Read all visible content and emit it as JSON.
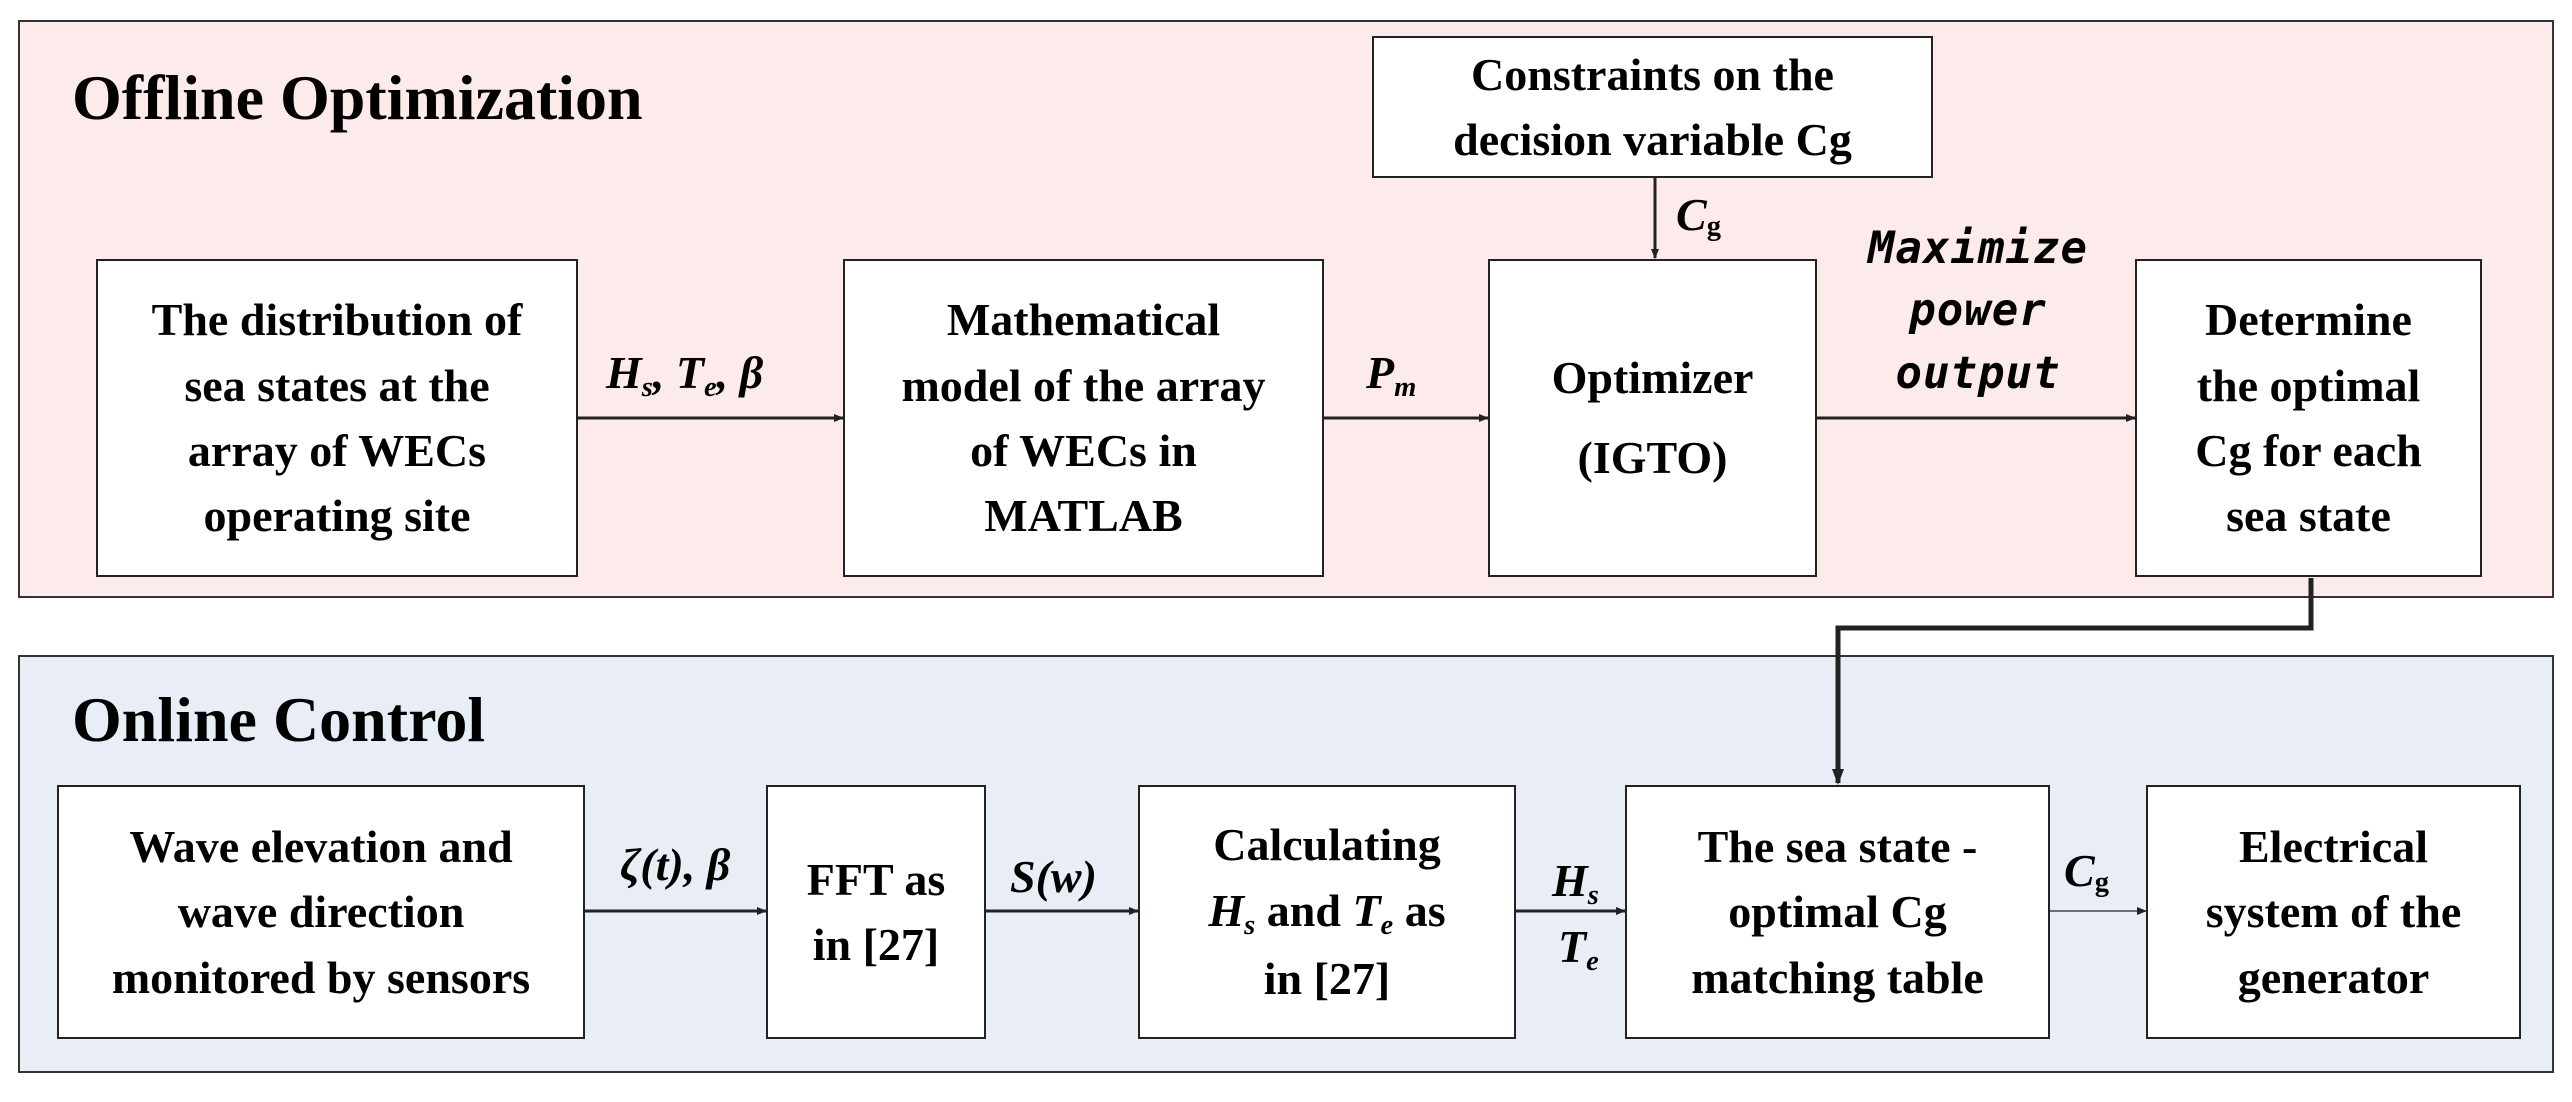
{
  "panels": {
    "offline_title": "Offline Optimization",
    "online_title": "Online Control"
  },
  "offline": {
    "box_distribution": [
      "The distribution of",
      "sea states at the",
      "array of WECs",
      "operating site"
    ],
    "box_model": [
      "Mathematical",
      "model of the array",
      "of WECs in",
      "MATLAB"
    ],
    "box_constraints": [
      "Constraints on the",
      "decision variable Cg"
    ],
    "box_optimizer": [
      "Optimizer",
      "(IGTO)"
    ],
    "box_determine": [
      "Determine",
      "the optimal",
      "Cg for each",
      "sea state"
    ],
    "label_hs": "H",
    "label_hs_sub": "s",
    "label_te": "T",
    "label_te_sub": "e",
    "label_beta": "β",
    "label_comma": ", ",
    "label_pm": "P",
    "label_pm_sub": "m",
    "label_cg": "C",
    "label_cg_sub": "g",
    "label_maximize": [
      "Maximize",
      "power",
      "output"
    ]
  },
  "online": {
    "box_sensors": [
      "Wave elevation and",
      "wave direction",
      "monitored by sensors"
    ],
    "box_fft": [
      "FFT as",
      "in [27]"
    ],
    "box_calc_line1": "Calculating",
    "box_calc_h": "H",
    "box_calc_h_sub": "s",
    "box_calc_and": " and ",
    "box_calc_t": "T",
    "box_calc_t_sub": "e",
    "box_calc_as": " as",
    "box_calc_line3": "in [27]",
    "box_table": [
      "The sea state -",
      "optimal Cg",
      "matching table"
    ],
    "box_electrical": [
      "Electrical",
      "system of the",
      "generator"
    ],
    "label_zeta": "ζ(t), β",
    "label_sw": "S(w)",
    "label_hs": "H",
    "label_hs_sub": "s",
    "label_te": "T",
    "label_te_sub": "e",
    "label_cg": "C",
    "label_cg_sub": "g"
  }
}
